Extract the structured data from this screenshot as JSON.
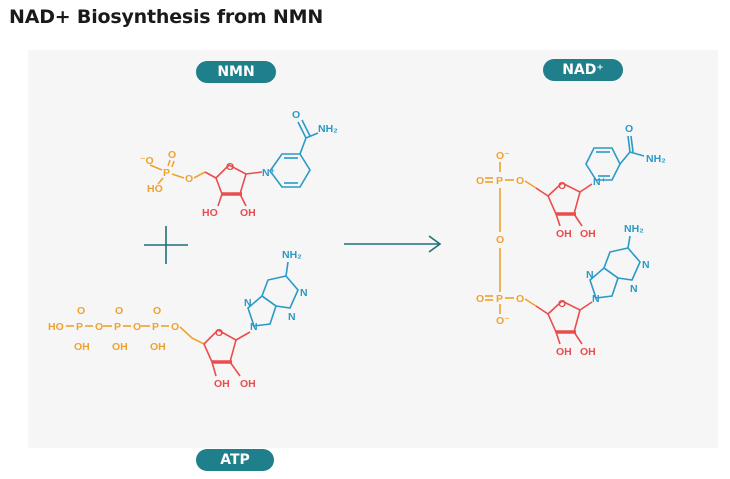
{
  "title": "NAD+ Biosynthesis from NMN",
  "labels": {
    "nmn": "NMN",
    "nad": "NAD⁺",
    "atp": "ATP"
  },
  "atoms": {
    "nh2": "NH₂",
    "o": "O",
    "o_minus": "⁻O",
    "o_minus_post": "O⁻",
    "p": "P",
    "ho": "HO",
    "oh": "OH",
    "n": "N",
    "n_plus": "N⁺"
  },
  "colors": {
    "phosphate": "#f0a22e",
    "ribose": "#ea4d4d",
    "base": "#2a9ac6",
    "label_bg": "#1f7f8a",
    "arrow": "#1f6f78"
  }
}
